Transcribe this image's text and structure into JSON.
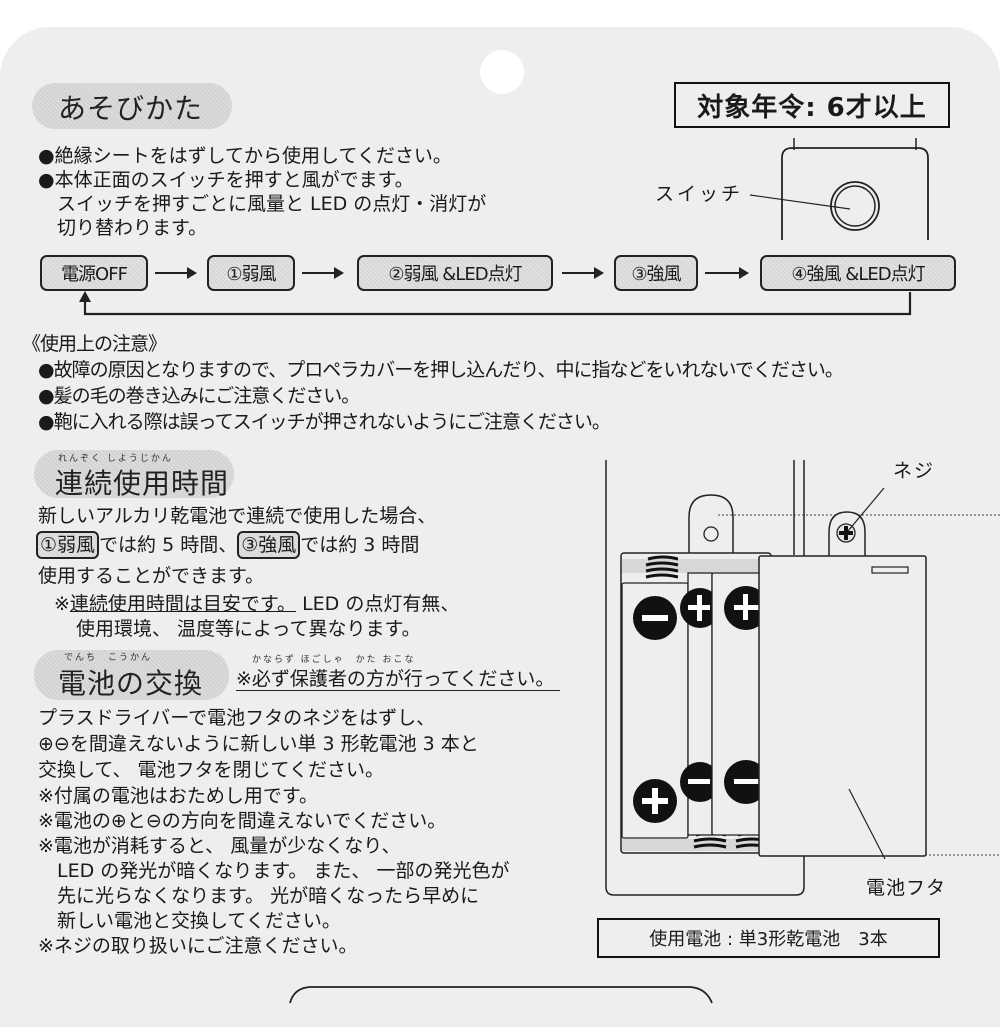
{
  "card": {
    "age_badge": "対象年令: 6才以上",
    "how_to_play": {
      "heading": "あそびかた",
      "bullets": [
        "●絶縁シートをはずしてから使用してください。",
        "●本体正面のスイッチを押すと風がでます。",
        "　スイッチを押すごとに風量と LED の点灯・消灯が",
        "　切り替わります。"
      ],
      "switch_label": "スイッチ",
      "mode_cycle": [
        "電源OFF",
        "①弱風",
        "②弱風 &LED点灯",
        "③強風",
        "④強風 &LED点灯"
      ]
    },
    "cautions": {
      "heading": "《使用上の注意》",
      "items": [
        "●故障の原因となりますので、プロペラカバーを押し込んだり、中に指などをいれないでください。",
        "●髪の毛の巻き込みにご注意ください。",
        "●鞄に入れる際は誤ってスイッチが押されないようにご注意ください。"
      ]
    },
    "continuous_use": {
      "ruby": "れんぞく しようじかん",
      "heading": "連続使用時間",
      "line1": "新しいアルカリ乾電池で連続で使用した場合、",
      "mode_weak": "①弱風",
      "weak_text": "では約 5 時間、",
      "mode_strong": "③強風",
      "strong_text": "では約 3 時間",
      "line3": "使用することができます。",
      "note_prefix": "※",
      "note_underlined": "連続使用時間は目安です。",
      "note_rest": "LED の点灯有無、",
      "note_line2": "使用環境、 温度等によって異なります。"
    },
    "battery_replacement": {
      "ruby_heading": "でんち　こうかん",
      "heading": "電池の交換",
      "ruby_note": "かならず ほごしゃ　かた おこな",
      "note": "※必ず保護者の方が行ってください。",
      "lines": [
        "プラスドライバーで電池フタのネジをはずし、",
        "⊕⊖を間違えないように新しい単 3 形乾電池 3 本と",
        "交換して、 電池フタを閉じてください。",
        "※付属の電池はおためし用です。",
        "※電池の⊕と⊖の方向を間違えないでください。",
        "※電池が消耗すると、 風量が少なくなり、",
        "　LED の発光が暗くなります。 また、 一部の発光色が",
        "　先に光らなくなります。 光が暗くなったら早めに",
        "　新しい電池と交換してください。",
        "※ネジの取り扱いにご注意ください。"
      ],
      "diagram": {
        "screw_label": "ネジ",
        "cover_label": "電池フタ"
      },
      "battery_spec": "使用電池 : 単3形乾電池　3本"
    }
  }
}
